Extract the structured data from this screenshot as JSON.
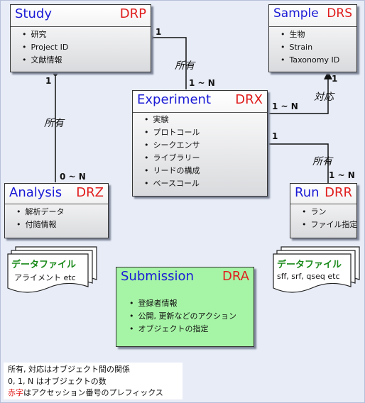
{
  "colors": {
    "name": "#1a1ad6",
    "prefix": "#e01d1d",
    "doc_title": "#1a8a1a",
    "submission_bg": "#a6f5a6"
  },
  "study": {
    "name": "Study",
    "prefix": "DRP",
    "items": [
      "研究",
      "Project ID",
      "文献情報"
    ]
  },
  "sample": {
    "name": "Sample",
    "prefix": "DRS",
    "items": [
      "生物",
      "Strain",
      "Taxonomy ID"
    ]
  },
  "experiment": {
    "name": "Experiment",
    "prefix": "DRX",
    "items": [
      "実験",
      "プロトコール",
      "シークエンサ",
      "ライブラリー",
      "リードの構成",
      "ベースコール"
    ]
  },
  "analysis": {
    "name": "Analysis",
    "prefix": "DRZ",
    "items": [
      "解析データ",
      "付随情報"
    ]
  },
  "run": {
    "name": "Run",
    "prefix": "DRR",
    "items": [
      "ラン",
      "ファイル指定"
    ]
  },
  "submission": {
    "name": "Submission",
    "prefix": "DRA",
    "items": [
      "登録者情報",
      "公開, 更新などのアクション",
      "オブジェクトの指定"
    ]
  },
  "relations": {
    "study_experiment": {
      "label": "所有",
      "from_card": "1",
      "to_card": "1 ~ N"
    },
    "study_analysis": {
      "label": "所有",
      "from_card": "1",
      "to_card": "0 ~ N"
    },
    "experiment_sample": {
      "label": "対応",
      "from_card": "1 ~ N",
      "to_card": "1"
    },
    "experiment_run": {
      "label": "所有",
      "from_card": "1",
      "to_card": "1 ~ N"
    }
  },
  "files": {
    "analysis": {
      "title": "データファイル",
      "subtitle": "アライメント etc"
    },
    "run": {
      "title": "データファイル",
      "subtitle": "sff, srf, qseq etc"
    }
  },
  "legend": {
    "line1": "所有, 対応はオブジェクト間の関係",
    "line2": "0, 1, N はオブジェクトの数",
    "line3_red": "赤字",
    "line3_rest": "はアクセッション番号のプレフィックス"
  }
}
